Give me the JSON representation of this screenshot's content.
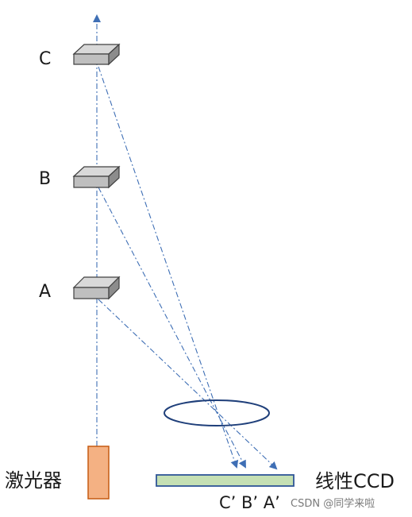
{
  "labels": {
    "target_c": "C",
    "target_b": "B",
    "target_a": "A",
    "laser": "激光器",
    "ccd": "线性CCD",
    "image_points": "C’ B’ A’"
  },
  "watermark": "CSDN @同学来啦",
  "colors": {
    "beam": "#3f6fb5",
    "laser_fill": "#f4b183",
    "laser_stroke": "#c55a11",
    "ccd_fill": "#c5e0b4",
    "ccd_stroke": "#2f5597",
    "lens_stroke": "#1f3f7a",
    "block_top": "#d9d9d9",
    "block_front": "#bfbfbf",
    "block_side": "#8c8c8c"
  }
}
